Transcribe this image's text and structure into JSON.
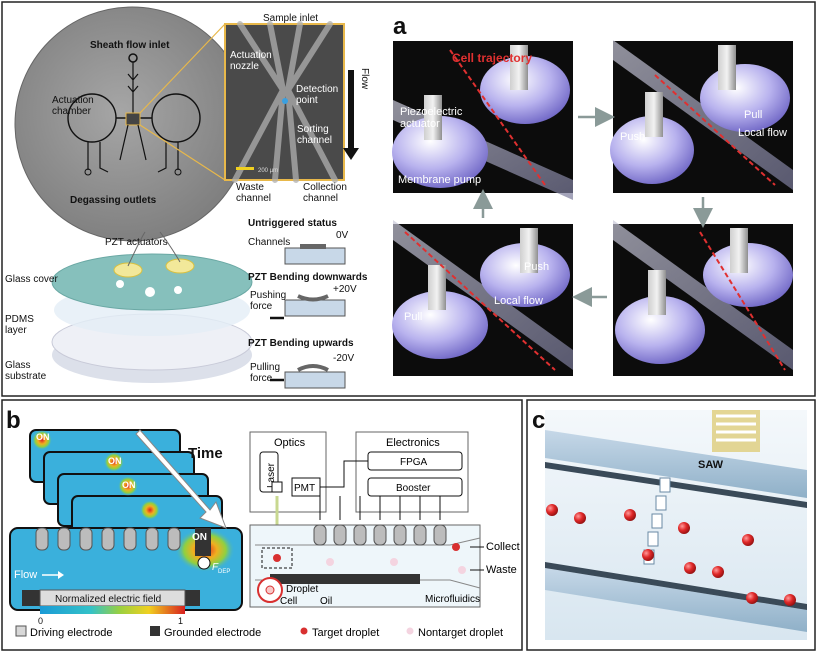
{
  "panel_a": {
    "letter": "a",
    "chip": {
      "sheath_inlet": "Sheath flow inlet",
      "actuation_chamber": "Actuation\nchamber",
      "degassing": "Degassing outlets"
    },
    "micro": {
      "sample_inlet": "Sample inlet",
      "flow": "Flow",
      "actuation_nozzle": "Actuation\nnozzle",
      "detection_point": "Detection\npoint",
      "sorting_channel": "Sorting\nchannel",
      "scale": "200 µm",
      "waste_channel": "Waste\nchannel",
      "collection_channel": "Collection\nchannel"
    },
    "stack": {
      "pzt": "PZT actuators",
      "glass_cover": "Glass cover",
      "pdms": "PDMS\nlayer",
      "glass_substrate": "Glass\nsubstrate"
    },
    "states": {
      "untriggered": "Untriggered status",
      "channels": "Channels",
      "v0": "0V",
      "down_title": "PZT Bending downwards",
      "pushing": "Pushing\nforce",
      "v_plus": "+20V",
      "up_title": "PZT Bending upwards",
      "pulling": "Pulling\nforce",
      "v_minus": "-20V"
    },
    "render": {
      "cell_trajectory": "Cell trajectory",
      "piezo": "Piezoelectric\nactuator",
      "membrane": "Membrane pump",
      "pull": "Pull",
      "push": "Push",
      "local_flow": "Local flow"
    }
  },
  "panel_b": {
    "letter": "b",
    "time": "Time",
    "on": "ON",
    "flow": "Flow",
    "fdep": "F",
    "fdep_sub": "DEP",
    "colorbar_title": "Normalized electric field",
    "cb_min": "0",
    "cb_max": "1",
    "optics": "Optics",
    "laser": "Laser",
    "pmt": "PMT",
    "electronics": "Electronics",
    "fpga": "FPGA",
    "booster": "Booster",
    "collect": "Collect",
    "waste": "Waste",
    "droplet": "Droplet",
    "cell": "Cell",
    "oil": "Oil",
    "microfluidics": "Microfluidics",
    "legend": {
      "driving": "Driving electrode",
      "grounded": "Grounded electrode",
      "target": "Target droplet",
      "nontarget": "Nontarget droplet"
    }
  },
  "panel_c": {
    "letter": "c",
    "saw": "SAW"
  },
  "colors": {
    "chip_gray": "#8c8c8c",
    "gold": "#e8b84a",
    "purple": "#9a90d8",
    "field_blue": "#3ab0dc",
    "target_red": "#d83030",
    "dark": "#1a1a1a"
  }
}
